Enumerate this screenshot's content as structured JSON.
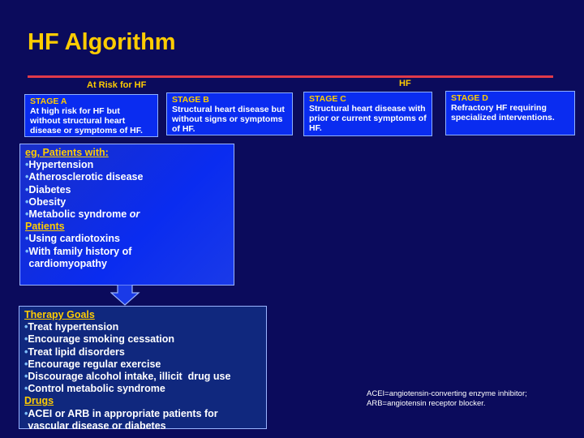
{
  "title": "HF Algorithm",
  "headers": {
    "at_risk": "At Risk for HF",
    "hf": "HF"
  },
  "stages": [
    {
      "label": "STAGE A",
      "text": "At high risk for HF but without structural heart disease or symptoms of HF."
    },
    {
      "label": "STAGE B",
      "text": "Structural heart disease but without signs or symptoms of HF."
    },
    {
      "label": "STAGE C",
      "text": "Structural heart disease with prior or current symptoms of HF."
    },
    {
      "label": "STAGE D",
      "text": "Refractory HF requiring specialized interventions."
    }
  ],
  "patients": {
    "heading": "eg, Patients with:",
    "items": [
      "Hypertension",
      "Atherosclerotic disease",
      "Diabetes",
      "Obesity",
      "Metabolic syndrome"
    ],
    "or": "or",
    "heading2": "Patients",
    "items2": [
      "Using cardiotoxins",
      "With family history of cardiomyopathy"
    ]
  },
  "therapy": {
    "heading": "Therapy Goals",
    "items": [
      "Treat hypertension",
      "Encourage smoking cessation",
      "Treat lipid disorders",
      "Encourage regular exercise",
      "Discourage alcohol intake, illicit  drug use",
      "Control metabolic syndrome"
    ],
    "drugs_heading": "Drugs",
    "drugs": [
      "ACEI or ARB in appropriate patients for vascular disease or diabetes"
    ]
  },
  "footnote": [
    "ACEI=angiotensin-converting enzyme inhibitor;",
    "ARB=angiotensin receptor blocker."
  ],
  "colors": {
    "background": "#0b0b5c",
    "title": "#ffcc00",
    "rule": "#e03a4a",
    "stage_fill": "#0a2cf0",
    "therapy_fill": "#10287e"
  },
  "icons": {
    "arrow": "down-arrow"
  }
}
